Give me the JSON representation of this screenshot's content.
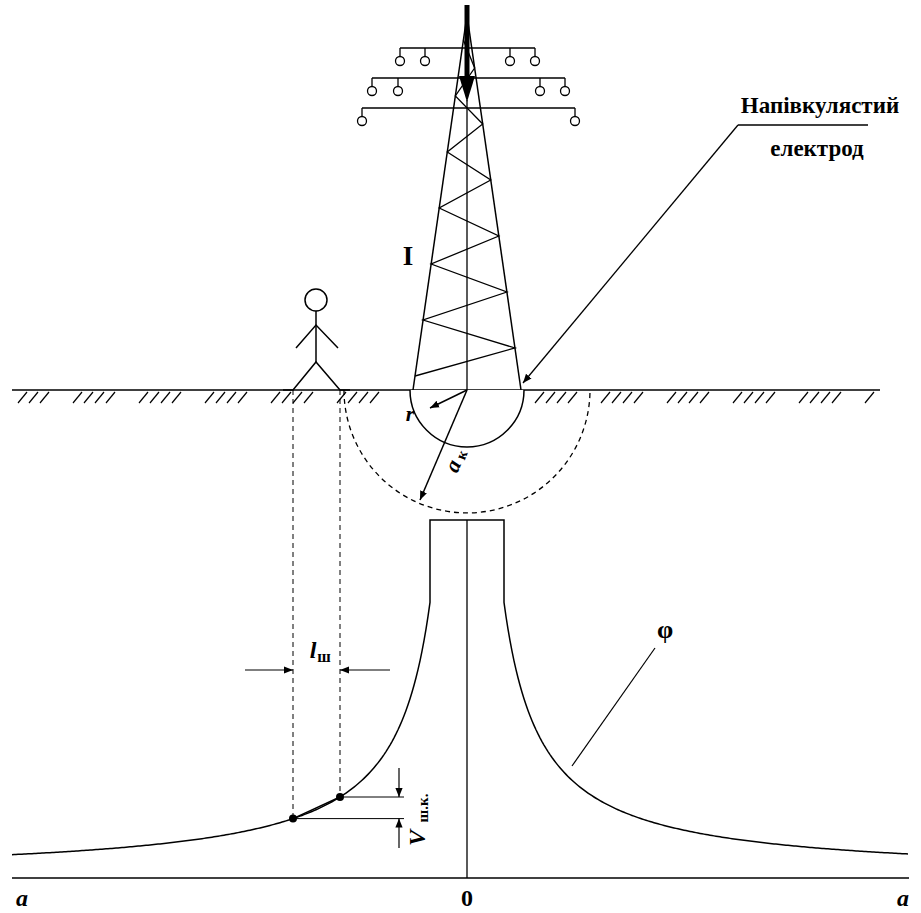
{
  "diagram": {
    "labels": [
      "Напівкулястий",
      "електрод",
      "I",
      "r",
      "a",
      "к",
      "l",
      "ш",
      "φ",
      "V",
      "ш.к.",
      "a",
      "0",
      "a"
    ]
  }
}
